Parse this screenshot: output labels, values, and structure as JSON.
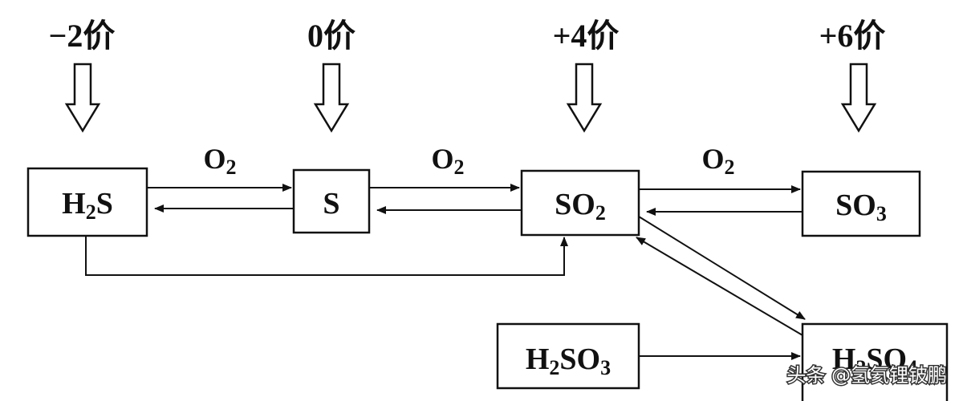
{
  "valences": [
    "−2价",
    "0价",
    "+4价",
    "+6价"
  ],
  "nodes": {
    "h2s": {
      "parts": [
        [
          "H",
          false
        ],
        [
          "2",
          true
        ],
        [
          "S",
          false
        ]
      ]
    },
    "s": {
      "parts": [
        [
          "S",
          false
        ]
      ]
    },
    "so2": {
      "parts": [
        [
          "SO",
          false
        ],
        [
          "2",
          true
        ]
      ]
    },
    "so3": {
      "parts": [
        [
          "SO",
          false
        ],
        [
          "3",
          true
        ]
      ]
    },
    "h2so3": {
      "parts": [
        [
          "H",
          false
        ],
        [
          "2",
          true
        ],
        [
          "SO",
          false
        ],
        [
          "3",
          true
        ]
      ]
    },
    "h2so4": {
      "parts": [
        [
          "H",
          false
        ],
        [
          "2",
          true
        ],
        [
          "SO",
          false
        ],
        [
          "4",
          true
        ]
      ]
    }
  },
  "reagents": {
    "h2s_to_s": [
      [
        "O",
        false
      ],
      [
        "2",
        true
      ]
    ],
    "s_to_so2": [
      [
        "O",
        false
      ],
      [
        "2",
        true
      ]
    ],
    "so2_to_so3": [
      [
        "O",
        false
      ],
      [
        "2",
        true
      ]
    ]
  },
  "watermark": "头条 @氢氦锂铍鹏",
  "colors": {
    "ink": "#111111",
    "background": "#ffffff",
    "watermark": "#ffffff"
  }
}
